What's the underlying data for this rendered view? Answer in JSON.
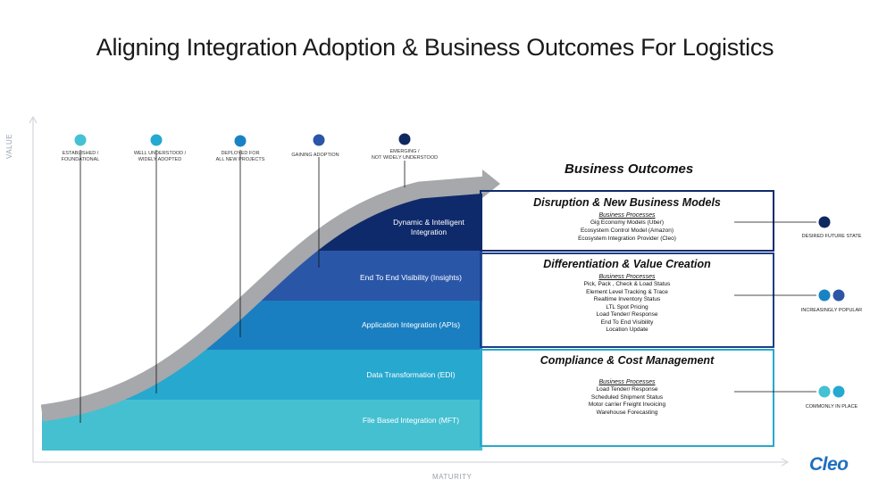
{
  "title": "Aligning Integration Adoption & Business Outcomes For Logistics",
  "axes": {
    "y_label": "VALUE",
    "x_label": "MATURITY"
  },
  "adoption_legend": [
    {
      "line1": "ESTABLISHED /",
      "line2": "FOUNDATIONAL",
      "color": "#44c1d3"
    },
    {
      "line1": "WELL UNDERSTOOD /",
      "line2": "WIDELY ADOPTED",
      "color": "#24a9d1"
    },
    {
      "line1": "DEPLOYED FOR",
      "line2": "ALL NEW PROJECTS",
      "color": "#1883c4"
    },
    {
      "line1": "GAINING ADOPTION",
      "line2": "",
      "color": "#2b55a6"
    },
    {
      "line1": "EMERGING /",
      "line2": "NOT WIDELY UNDERSTOOD",
      "color": "#0f2860"
    }
  ],
  "bands": [
    {
      "line1": "Dynamic & Intelligent",
      "line2": "Integration",
      "color": "#0f2a6b"
    },
    {
      "line1": "End To End Visibility (Insights)",
      "line2": "",
      "color": "#2a56a8"
    },
    {
      "line1": "Application Integration (APIs)",
      "line2": "",
      "color": "#1a7fc1"
    },
    {
      "line1": "Data Transformation (EDI)",
      "line2": "",
      "color": "#27a8cf"
    },
    {
      "line1": "File Based Integration (MFT)",
      "line2": "",
      "color": "#45c0d1"
    }
  ],
  "outcomes": {
    "heading": "Business Outcomes",
    "boxes": [
      {
        "title": "Disruption & New Business Models",
        "process_heading": "Business Processes",
        "processes": [
          "Gig Economy Models (Uber)",
          "Ecosystem Control Model (Amazon)",
          "Ecosystem Integration Provider (Cleo)"
        ],
        "state_label": "DESIRED FUTURE STATE",
        "state_colors": [
          "#0f2860"
        ]
      },
      {
        "title": "Differentiation & Value Creation",
        "process_heading": "Business Processes",
        "processes": [
          "Pick, Pack , Check & Load Status",
          "Element Level Tracking & Trace",
          "Realtime Inventory Status",
          "LTL Spot Pricing",
          "Load Tender/ Response",
          "End To End Visibility",
          "Location Update"
        ],
        "state_label": "INCREASINGLY POPULAR",
        "state_colors": [
          "#1883c4",
          "#2b55a6"
        ]
      },
      {
        "title": "Compliance & Cost Management",
        "process_heading": "Business Processes",
        "processes": [
          "Load Tender/ Response",
          "Scheduled Shipment Status",
          "Motor carrier Freight Invoicing",
          "Warehouse Forecasting"
        ],
        "state_label": "COMMONLY IN PLACE",
        "state_colors": [
          "#44c1d3",
          "#24a9d1"
        ]
      }
    ]
  },
  "logo": "Cleo"
}
